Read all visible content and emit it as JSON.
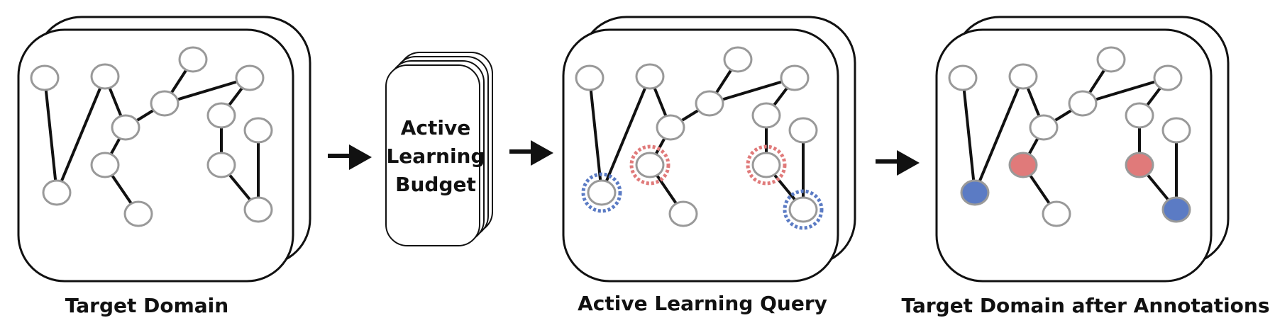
{
  "panels": [
    {
      "id": "target",
      "label": "Target Domain"
    },
    {
      "id": "query",
      "label": "Active Learning Query"
    },
    {
      "id": "annotated",
      "label": "Target Domain after Annotations"
    }
  ],
  "budget": {
    "lines": [
      "Active",
      "Learning",
      "Budget"
    ]
  },
  "colors": {
    "edge": "#111111",
    "node_stroke": "#999999",
    "node_fill": "#ffffff",
    "class_a": "#e07a7a",
    "class_b": "#5b7bc4",
    "query_ring_a": "#e07a7a",
    "query_ring_b": "#5b7bc4"
  },
  "graph": {
    "nodes": [
      "n1",
      "n2",
      "n3",
      "n4",
      "n5",
      "n6",
      "n7",
      "n8",
      "n9",
      "n10",
      "n11",
      "n12",
      "n13",
      "n14"
    ],
    "edges": [
      [
        "n1",
        "n2"
      ],
      [
        "n2",
        "n3"
      ],
      [
        "n3",
        "n4"
      ],
      [
        "n3",
        "n5"
      ],
      [
        "n5",
        "n6"
      ],
      [
        "n5",
        "n7"
      ],
      [
        "n7",
        "n8"
      ],
      [
        "n6",
        "n9"
      ],
      [
        "n9",
        "n10"
      ],
      [
        "n7",
        "n11"
      ],
      [
        "n10",
        "n12"
      ],
      [
        "n11",
        "n12"
      ],
      [
        "n13",
        "n14"
      ]
    ]
  },
  "query_nodes": [
    {
      "node": "n1",
      "ring": "query_ring_b"
    },
    {
      "node": "n7",
      "ring": "query_ring_a"
    },
    {
      "node": "n10",
      "ring": "query_ring_a"
    },
    {
      "node": "n12",
      "ring": "query_ring_b"
    }
  ],
  "annotated_nodes": [
    {
      "node": "n1",
      "class": "class_b"
    },
    {
      "node": "n7",
      "class": "class_a"
    },
    {
      "node": "n10",
      "class": "class_a"
    },
    {
      "node": "n12",
      "class": "class_b"
    }
  ]
}
